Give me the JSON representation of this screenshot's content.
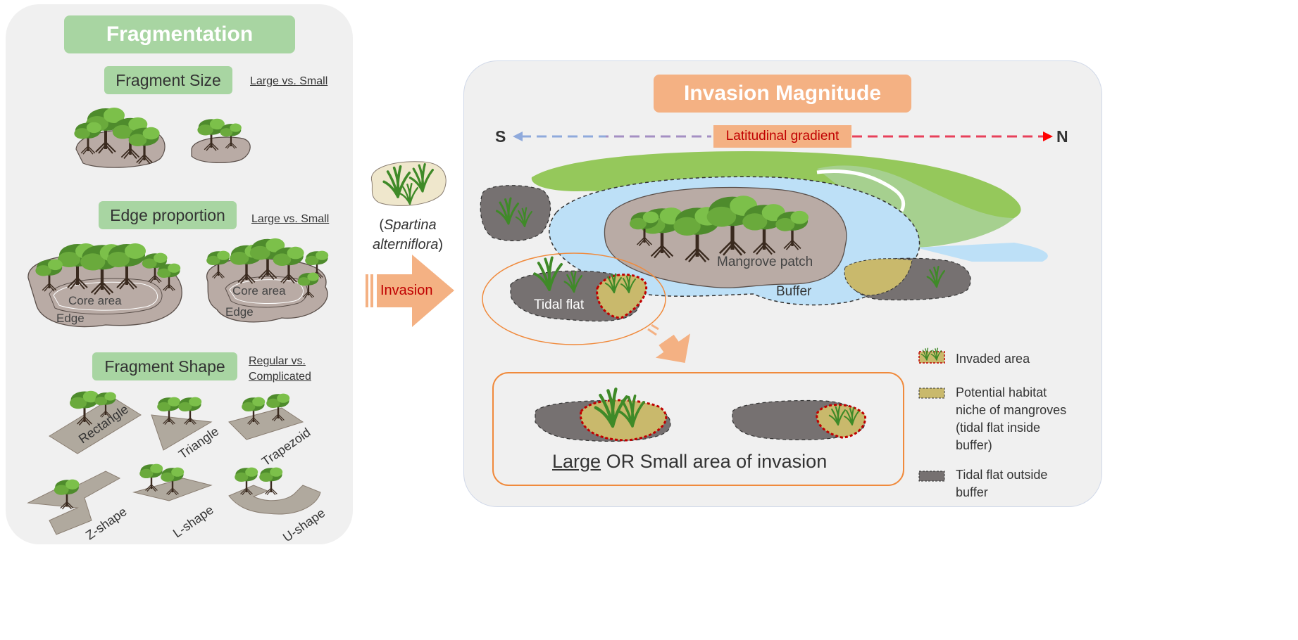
{
  "fragmentation": {
    "title": "Fragmentation",
    "size": {
      "label": "Fragment Size",
      "compare": "Large vs. Small"
    },
    "edge": {
      "label": "Edge proportion",
      "compare": "Large vs. Small",
      "core_label": "Core area",
      "edge_label": "Edge"
    },
    "shape": {
      "label": "Fragment Shape",
      "compare_line1": "Regular vs.",
      "compare_line2": "Complicated",
      "shapes": [
        "Rectangle",
        "Triangle",
        "Trapezoid",
        "Z-shape",
        "L-shape",
        "U-shape"
      ]
    }
  },
  "invader": {
    "open_paren": "(",
    "name_line1": "Spartina",
    "name_line2": "alterniflora",
    "close_paren": ")",
    "arrow_label": "Invasion"
  },
  "invasion": {
    "title": "Invasion Magnitude",
    "south": "S",
    "north": "N",
    "gradient_label": "Latitudinal gradient",
    "mangrove_patch": "Mangrove patch",
    "buffer": "Buffer",
    "tidal_flat": "Tidal flat",
    "result_large": "Large",
    "result_rest": "OR Small area of invasion"
  },
  "legend": [
    {
      "swatch": "invaded",
      "lines": [
        "Invaded area"
      ]
    },
    {
      "swatch": "potential",
      "lines": [
        "Potential habitat",
        "niche of mangroves",
        "(tidal flat inside",
        "buffer)"
      ]
    },
    {
      "swatch": "outside",
      "lines": [
        "Tidal flat outside",
        "buffer"
      ]
    }
  ],
  "colors": {
    "panel": "#f0f0f0",
    "green_pill": "#a8d5a2",
    "orange_pill": "#f4b183",
    "tidal_flat": "#767171",
    "potential": "#c9b96c",
    "invaded_border": "#c00000",
    "buffer": "#bde0f7",
    "ground": "#b9aba5",
    "grass": "#5aa13a",
    "arrow_south": "#8faadc",
    "arrow_north": "#ff0000"
  }
}
